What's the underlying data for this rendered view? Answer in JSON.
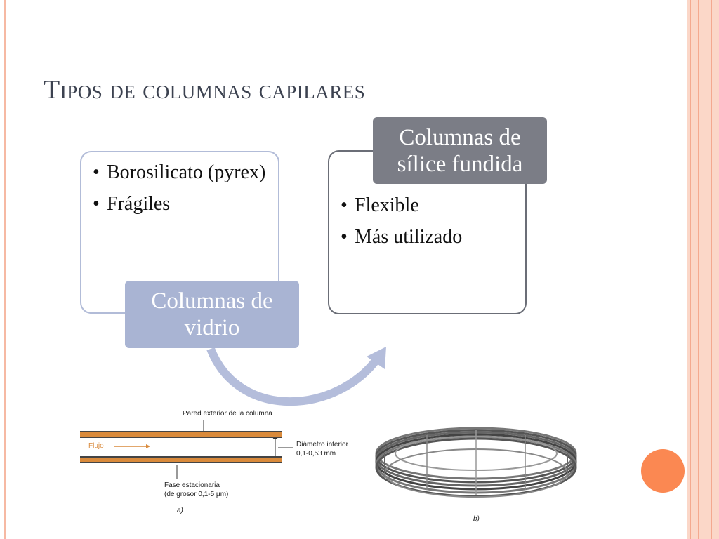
{
  "slide": {
    "title": "Tipos de columnas capilares"
  },
  "glass_column": {
    "label": "Columnas de vidrio",
    "bullets": [
      "Borosilicato (pyrex)",
      "Frágiles"
    ]
  },
  "silica_column": {
    "label": "Columnas de sílice fundida",
    "bullets": [
      "Flexible",
      "Más utilizado"
    ]
  },
  "figure": {
    "wall_label": "Pared exterior de la columna",
    "flow_label": "Flujo",
    "diameter_label_1": "Diámetro interior",
    "diameter_label_2": "0,1-0,53 mm",
    "phase_label_1": "Fase estacionaria",
    "phase_label_2": "(de grosor 0,1-5 μm)",
    "caption_a": "a)",
    "caption_b": "b)"
  },
  "colors": {
    "title": "#3c4250",
    "glass_accent": "#a9b4d3",
    "silica_accent": "#7b7d86",
    "orange_accent": "#fb8852",
    "frame": "#fbd7c8"
  }
}
